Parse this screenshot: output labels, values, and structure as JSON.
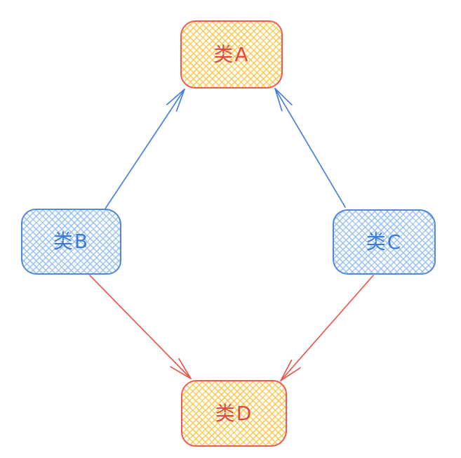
{
  "diagram": {
    "title": "class-inheritance-diamond-diagram",
    "background": "#ffffff",
    "nodes": [
      {
        "id": "A",
        "label": "类A",
        "style": "red",
        "position": "top"
      },
      {
        "id": "B",
        "label": "类B",
        "style": "blue",
        "position": "left"
      },
      {
        "id": "C",
        "label": "类C",
        "style": "blue",
        "position": "right"
      },
      {
        "id": "D",
        "label": "类D",
        "style": "red",
        "position": "bottom"
      }
    ],
    "edges": [
      {
        "from": "B",
        "to": "A",
        "color": "blue",
        "arrowhead": "open"
      },
      {
        "from": "C",
        "to": "A",
        "color": "blue",
        "arrowhead": "open"
      },
      {
        "from": "B",
        "to": "D",
        "color": "red",
        "arrowhead": "open"
      },
      {
        "from": "C",
        "to": "D",
        "color": "red",
        "arrowhead": "open"
      }
    ],
    "colors": {
      "red_node_border": "#ed5b51",
      "red_node_text": "#e2483f",
      "red_node_hatch": "#fac84e",
      "blue_node_border": "#5289dc",
      "blue_node_text": "#3d7ad8",
      "blue_node_hatch": "#94beec",
      "blue_arrow": "#477fe0",
      "red_arrow": "#e95850"
    }
  }
}
